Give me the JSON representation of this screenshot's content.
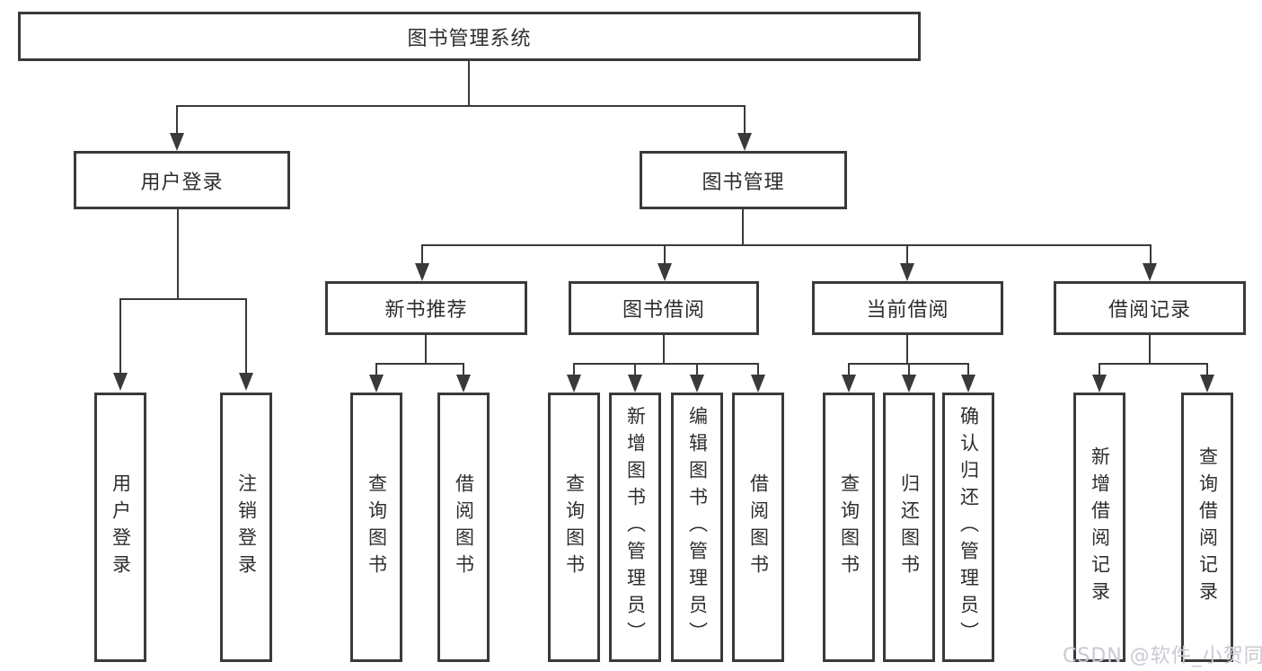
{
  "diagram": {
    "root": {
      "label": "图书管理系统"
    },
    "branches": [
      {
        "label": "用户登录"
      },
      {
        "label": "图书管理"
      }
    ],
    "modules": [
      {
        "label": "新书推荐"
      },
      {
        "label": "图书借阅"
      },
      {
        "label": "当前借阅"
      },
      {
        "label": "借阅记录"
      }
    ],
    "leaves": {
      "login": [
        "用户登录",
        "注销登录"
      ],
      "recommend": [
        "查询图书",
        "借阅图书"
      ],
      "borrow": [
        "查询图书",
        "新增图书（管理员）",
        "编辑图书（管理员）",
        "借阅图书"
      ],
      "current": [
        "查询图书",
        "归还图书",
        "确认归还（管理员）"
      ],
      "records": [
        "新增借阅记录",
        "查询借阅记录"
      ]
    }
  },
  "watermark": {
    "text": "CSDN @软件_小贺同学"
  },
  "colors": {
    "line": "#3a3a3a",
    "text": "#2e2e2e",
    "watermark": "#c9cad4",
    "background": "#ffffff"
  }
}
